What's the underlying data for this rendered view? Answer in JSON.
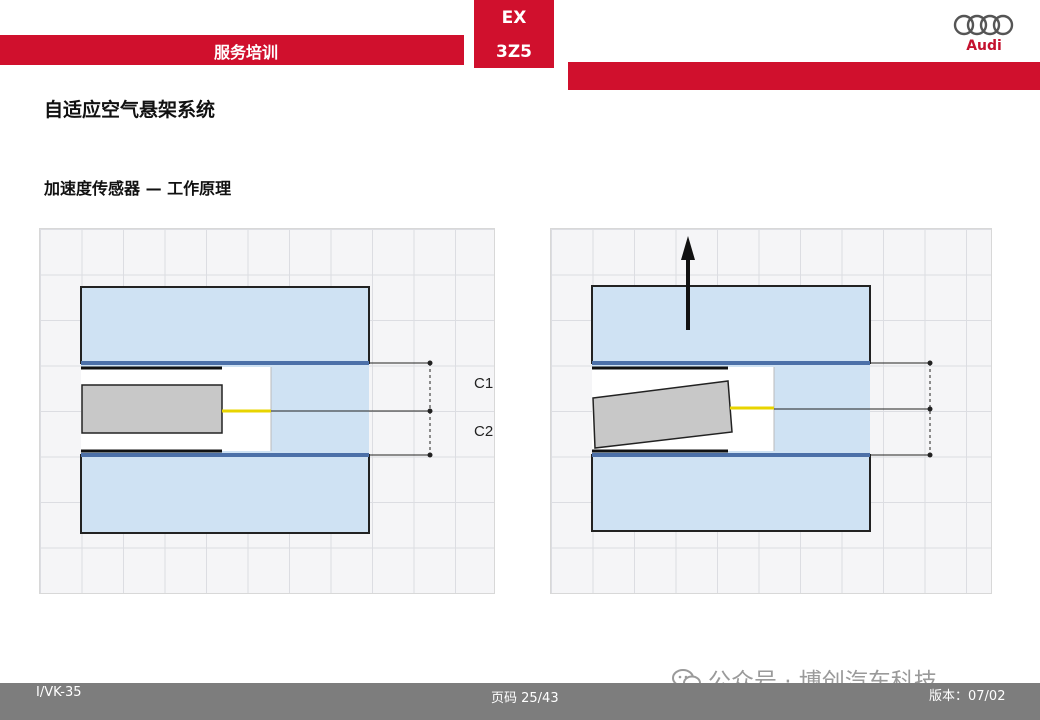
{
  "header": {
    "section": "服务培训",
    "code_line1": "EX",
    "code_line2": "3Z5",
    "brand": "Audi",
    "colors": {
      "accent": "#d0102d",
      "footer": "#7d7d7d"
    }
  },
  "page_title": "自适应空气悬架系统",
  "subtitle": "加速度传感器 — 工作原理",
  "diagram": {
    "labels": {
      "c1": "C1",
      "c2": "C2"
    },
    "colors": {
      "plate": "#cfe2f3",
      "electrode": "#4c70a8",
      "mass": "#c8c8c8",
      "spring": "#e8d400"
    },
    "icons": [
      "upward-arrow-icon"
    ]
  },
  "footer": {
    "left": "I/VK-35",
    "page": "页码 25/43",
    "version": "版本：07/02"
  },
  "watermark": "公众号 · 博创汽车科技"
}
